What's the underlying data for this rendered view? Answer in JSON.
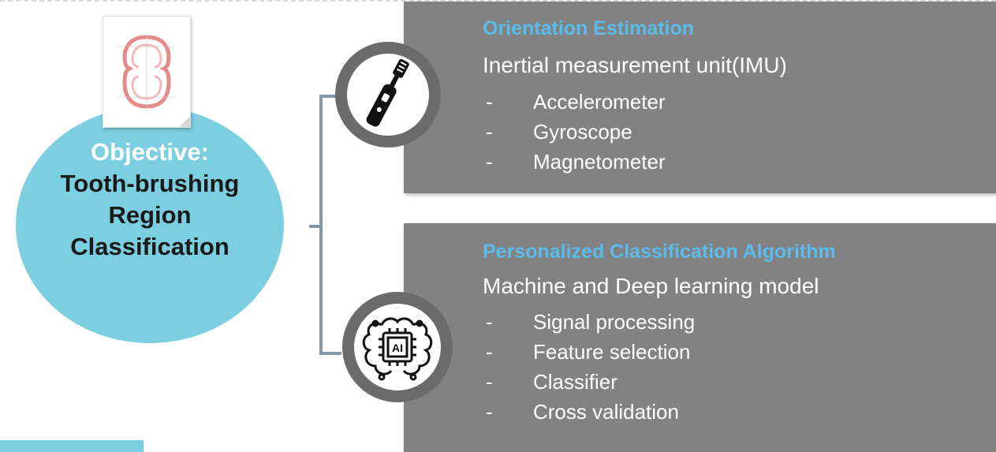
{
  "objective": {
    "label": "Objective:",
    "lines": [
      "Tooth-brushing",
      "Region",
      "Classification"
    ]
  },
  "panels": [
    {
      "title": "Orientation Estimation",
      "subtitle": "Inertial measurement unit(IMU)",
      "items": [
        "Accelerometer",
        "Gyroscope",
        "Magnetometer"
      ]
    },
    {
      "title": "Personalized Classification Algorithm",
      "subtitle": "Machine and Deep learning model",
      "items": [
        "Signal processing",
        "Feature selection",
        "Classifier",
        "Cross validation"
      ]
    }
  ],
  "ai_chip_label": "AI",
  "bullet": "-",
  "icons": [
    "teeth-chart-icon",
    "electric-toothbrush-icon",
    "ai-chip-brain-icon"
  ],
  "colors": {
    "objective_circle": "#7ccfe0",
    "panel_bg": "#828282",
    "panel_title": "#5bbcec",
    "ring": "#6b6b6b",
    "bracket": "#8496a9"
  }
}
